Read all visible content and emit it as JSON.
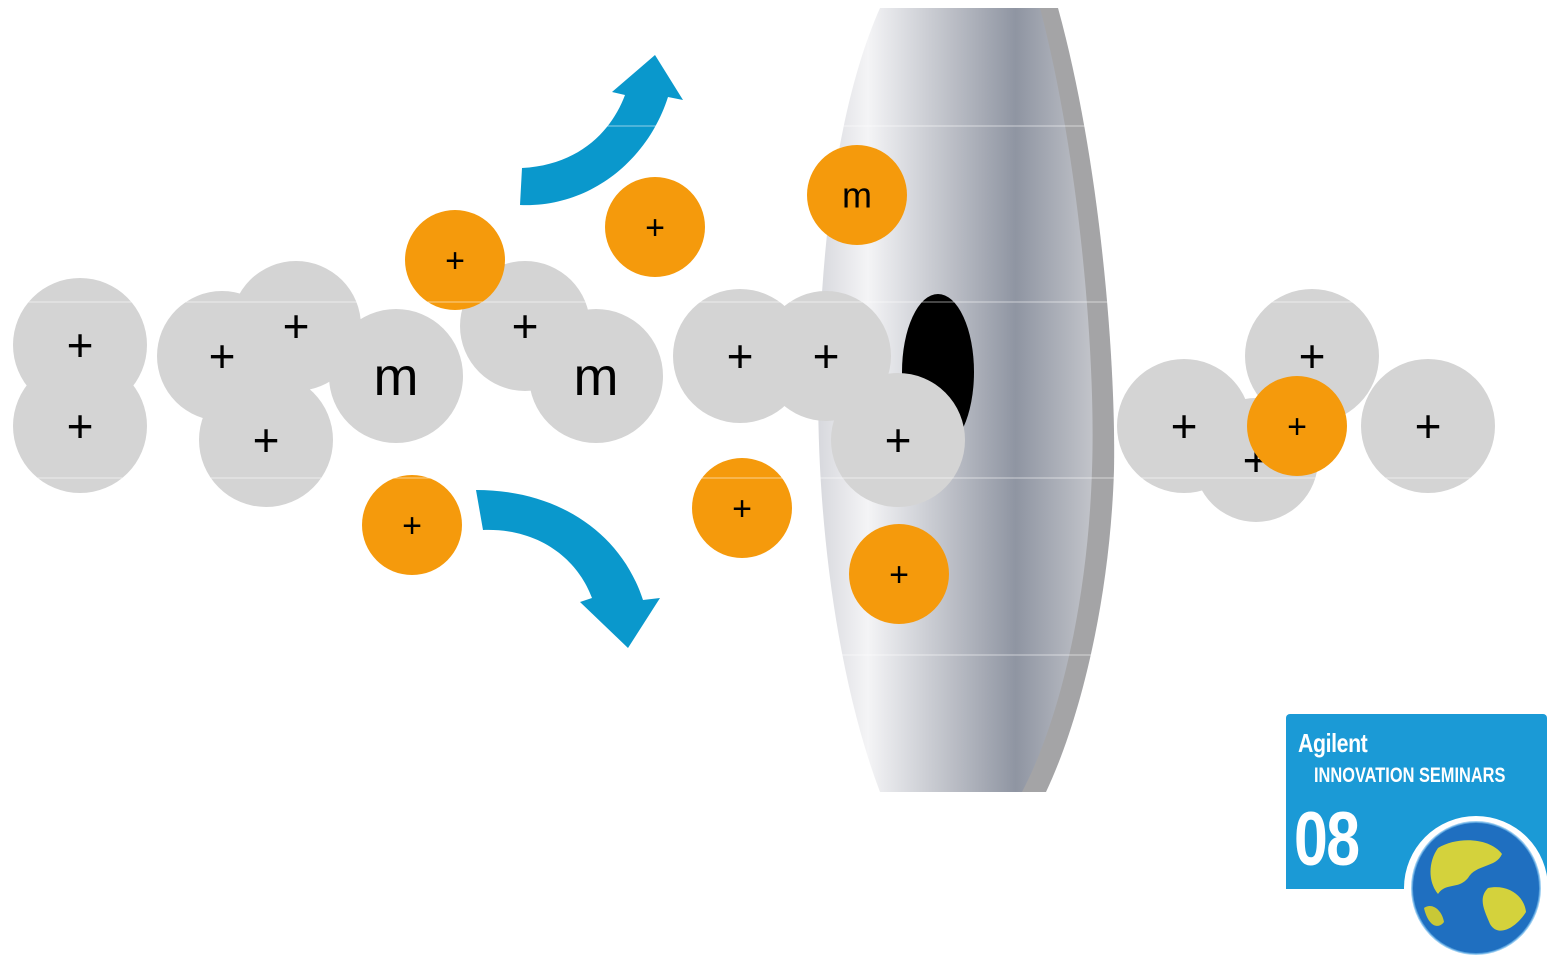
{
  "diagram": {
    "colors": {
      "neutral_particle": "#d4d4d4",
      "ion": "#f59a0c",
      "arrow": "#0a98cc",
      "cone_light": "#e9e9ed",
      "cone_dark": "#8f95a2",
      "cone_rim": "#a4a4a6",
      "orifice": "#000000"
    },
    "neutral_particles": [
      {
        "label": "+"
      },
      {
        "label": "+"
      },
      {
        "label": "+"
      },
      {
        "label": "+"
      },
      {
        "label": "+"
      },
      {
        "label": "m"
      },
      {
        "label": "+"
      },
      {
        "label": "m"
      },
      {
        "label": "+"
      },
      {
        "label": "+"
      },
      {
        "label": "+"
      },
      {
        "label": "+"
      },
      {
        "label": "+"
      },
      {
        "label": "+"
      },
      {
        "label": "+"
      }
    ],
    "ions": [
      {
        "label": "+"
      },
      {
        "label": "+"
      },
      {
        "label": "m"
      },
      {
        "label": "+"
      },
      {
        "label": "+"
      },
      {
        "label": "+"
      },
      {
        "label": "+"
      }
    ],
    "arrows": [
      {
        "direction": "up-right",
        "icon": "curved-arrow-up-icon"
      },
      {
        "direction": "down-right",
        "icon": "curved-arrow-down-icon"
      }
    ]
  },
  "badge": {
    "brand": "Agilent",
    "series": "INNOVATION SEMINARS",
    "year": "08",
    "icon": "globe-icon",
    "colors": {
      "panel": "#1b9ad6",
      "ocean": "#1f6fc0",
      "land": "#d4d23c"
    }
  }
}
